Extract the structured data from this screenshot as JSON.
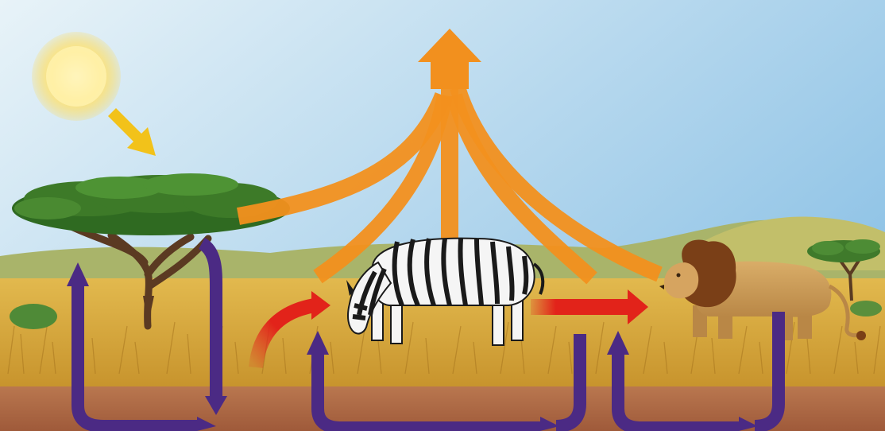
{
  "diagram": {
    "kind": "savanna-ecosystem-energy-and-nutrient-flow",
    "elements": {
      "sun": "sun",
      "sunlight": "sunlight-arrow",
      "producer": "acacia-tree",
      "primary_consumer": "zebra",
      "secondary_consumer": "lion"
    },
    "colors": {
      "sky_top": "#8fc3e6",
      "sky_bottom": "#e8f3f8",
      "hills": "#a9b46a",
      "grass": "#d9a93a",
      "soil": "#b06a47",
      "sun": "#ffd84a",
      "sunlight_arrow": "#f2c21a",
      "heat_arrows": "#f2901e",
      "energy_arrows": "#e2231a",
      "nutrient_arrows": "#4b2a84",
      "tree_canopy": "#3d7a28",
      "zebra_stripes": "#1a1a1a",
      "lion_body": "#c99a54",
      "lion_mane": "#7a3f17"
    },
    "flows": {
      "heat_loss": "orange",
      "energy_transfer": "red",
      "nutrient_recycling": "purple"
    }
  }
}
